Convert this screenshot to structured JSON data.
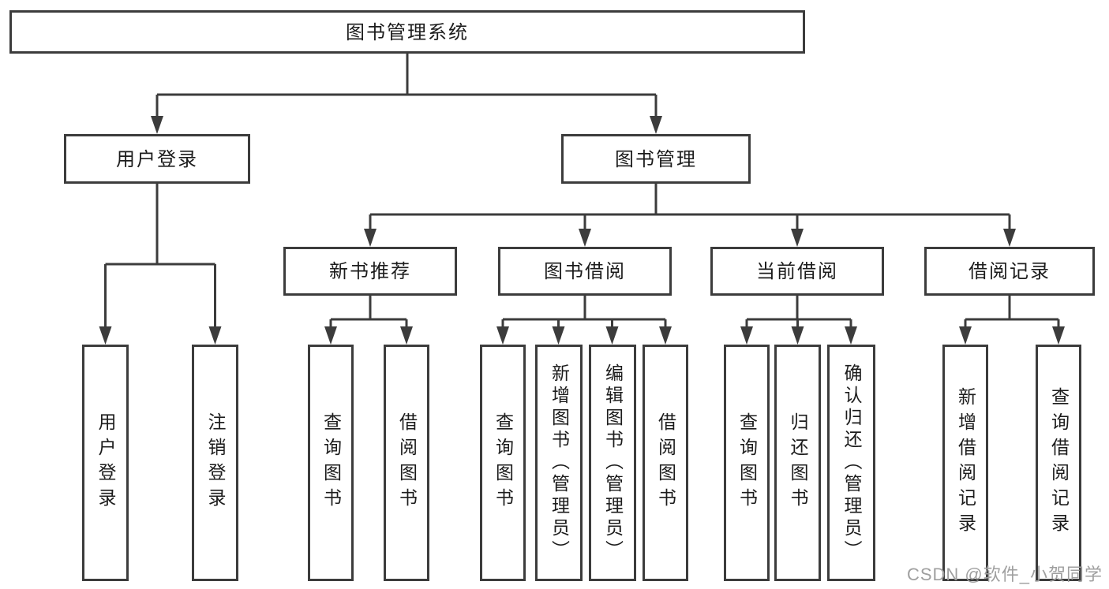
{
  "diagram": {
    "title": "图书管理系统",
    "watermark": "CSDN @软件_小贺同学",
    "colors": {
      "line": "#3c3c3c",
      "text": "#1c1c1c",
      "watermark": "#9f9f9f",
      "background": "#ffffff"
    },
    "level2": [
      {
        "label": "用户登录",
        "leaves": [
          "用户登录",
          "注销登录"
        ]
      },
      {
        "label": "图书管理",
        "children": [
          {
            "label": "新书推荐",
            "leaves": [
              "查询图书",
              "借阅图书"
            ]
          },
          {
            "label": "图书借阅",
            "leaves": [
              "查询图书",
              "新增图书（管理员）",
              "编辑图书（管理员）",
              "借阅图书"
            ]
          },
          {
            "label": "当前借阅",
            "leaves": [
              "查询图书",
              "归还图书",
              "确认归还（管理员）"
            ]
          },
          {
            "label": "借阅记录",
            "leaves": [
              "新增借阅记录",
              "查询借阅记录"
            ]
          }
        ]
      }
    ]
  }
}
